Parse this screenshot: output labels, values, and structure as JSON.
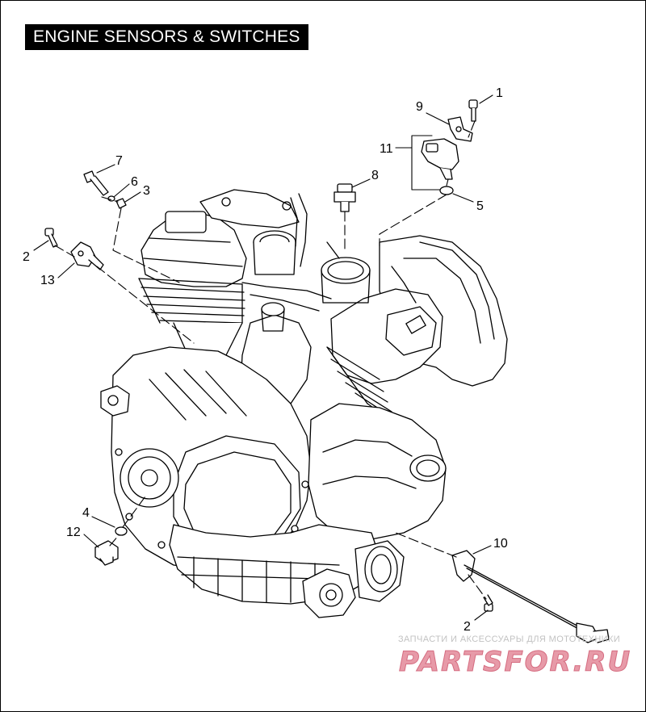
{
  "title": "ENGINE SENSORS & SWITCHES",
  "callouts": [
    {
      "id": "c1",
      "label": "1"
    },
    {
      "id": "c9",
      "label": "9"
    },
    {
      "id": "c11",
      "label": "11"
    },
    {
      "id": "c5",
      "label": "5"
    },
    {
      "id": "c8",
      "label": "8"
    },
    {
      "id": "c7",
      "label": "7"
    },
    {
      "id": "c6",
      "label": "6"
    },
    {
      "id": "c3",
      "label": "3"
    },
    {
      "id": "c2a",
      "label": "2"
    },
    {
      "id": "c13",
      "label": "13"
    },
    {
      "id": "c4",
      "label": "4"
    },
    {
      "id": "c12",
      "label": "12"
    },
    {
      "id": "c10",
      "label": "10"
    },
    {
      "id": "c2b",
      "label": "2"
    }
  ],
  "watermark": {
    "text": "ЗАПЧАСТИ И АКСЕССУАРЫ ДЛЯ МОТОТЕХНИКИ",
    "logo": "PARTSFOR.RU"
  }
}
